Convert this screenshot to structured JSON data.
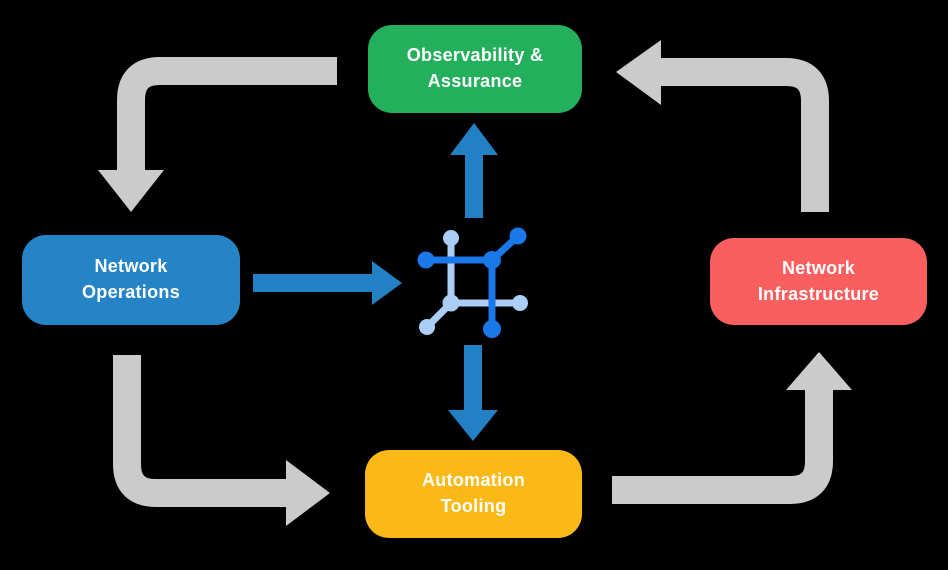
{
  "colors": {
    "background": "#000000",
    "green": "#24AF5C",
    "blue": "#2584C6",
    "red": "#F95F5F",
    "yellow": "#FBB917",
    "gray": "#CBCBCB",
    "arrow-blue": "#2181C4",
    "icon-blue-dark": "#1A78E9",
    "icon-blue-light": "#AACEF6",
    "text": "#FFFFFF"
  },
  "nodes": {
    "top": {
      "line1": "Observability &",
      "line2": "Assurance"
    },
    "left": {
      "line1": "Network",
      "line2": "Operations"
    },
    "right": {
      "line1": "Network",
      "line2": "Infrastructure"
    },
    "bottom": {
      "line1": "Automation",
      "line2": "Tooling"
    }
  },
  "icons": {
    "center": "network-mesh-icon"
  },
  "arrows": {
    "gray_cycle": [
      {
        "from": "observability-assurance",
        "to": "network-operations",
        "points": "down"
      },
      {
        "from": "network-operations",
        "to": "automation-tooling",
        "points": "right"
      },
      {
        "from": "automation-tooling",
        "to": "network-infrastructure",
        "points": "up"
      },
      {
        "from": "network-infrastructure",
        "to": "observability-assurance",
        "points": "left"
      }
    ],
    "blue_center": [
      {
        "from": "network-operations",
        "to": "center-icon",
        "points": "right"
      },
      {
        "from": "center-icon",
        "to": "observability-assurance",
        "points": "up"
      },
      {
        "from": "center-icon",
        "to": "automation-tooling",
        "points": "down"
      }
    ]
  }
}
